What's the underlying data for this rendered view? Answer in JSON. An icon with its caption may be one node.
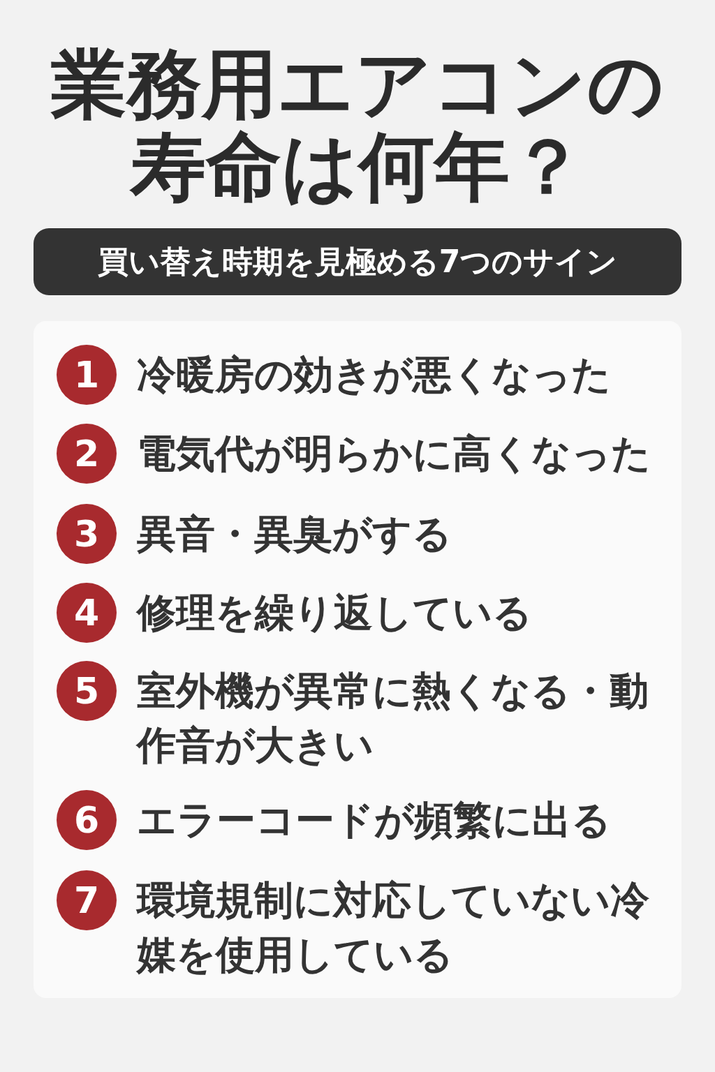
{
  "diagram": {
    "title": "業務用エアコンの寿命は何年？",
    "nodes": [
      {
        "text": [
          "買い替え時期を見極める7つのサイン"
        ]
      },
      {
        "text": [
          "1"
        ],
        "beside": [
          "冷暖房の効きが悪くなった"
        ]
      },
      {
        "text": [
          "2"
        ],
        "beside": [
          "電気代が明らかに高くなった"
        ]
      },
      {
        "text": [
          "3"
        ],
        "beside": [
          "異音・異臭がする"
        ]
      },
      {
        "text": [
          "4"
        ],
        "beside": [
          "修理を繰り返している"
        ]
      },
      {
        "text": [
          "5"
        ],
        "beside": [
          "室外機が異常に熱くなる・動作音が大きい"
        ]
      },
      {
        "text": [
          "6"
        ],
        "beside": [
          "エラーコードが頻繁に出る"
        ]
      },
      {
        "text": [
          "7"
        ],
        "beside": [
          "環境規制に対応していない冷媒を使用している"
        ]
      }
    ]
  }
}
